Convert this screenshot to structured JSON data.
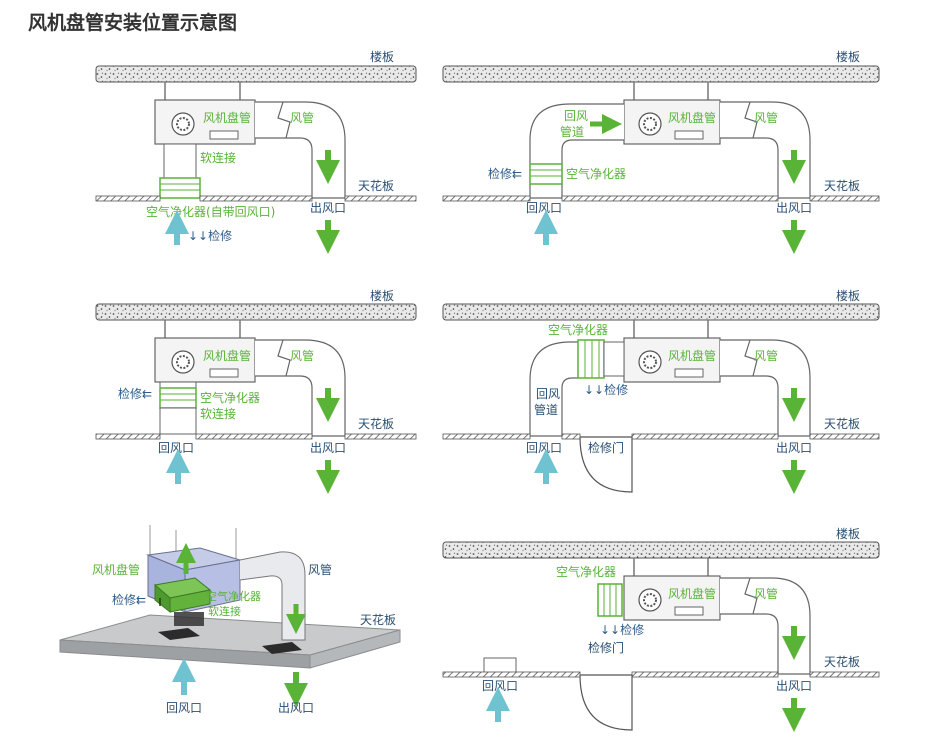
{
  "title": "风机盘管安装位置示意图",
  "colors": {
    "green": "#58b337",
    "blue": "#2d5c8c",
    "cyan": "#6fc3d0",
    "gray": "#7a7a7a"
  },
  "labels": {
    "floor": "楼板",
    "ceiling": "天花板",
    "fcu": "风机盘管",
    "duct": "风管",
    "flex": "软连接",
    "purifier": "空气净化器",
    "purifier_with_return": "空气净化器(自带回风口)",
    "maint": "检修",
    "maint_arrows": "↓↓检修",
    "left_arrows": "检修⇇",
    "return_outlet": "回风口",
    "supply_outlet": "出风口",
    "return_duct_1": "回风",
    "return_duct_2": "管道",
    "return_duct_full_1": "回风",
    "access_door": "检修门"
  }
}
